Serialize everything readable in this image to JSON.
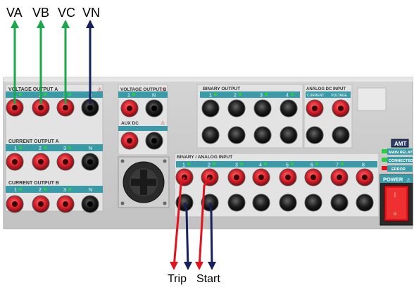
{
  "wires": {
    "top": [
      "VA",
      "VB",
      "VC",
      "VN"
    ],
    "bottom": [
      "Trip",
      "Start"
    ]
  },
  "sections": {
    "voltage_a": {
      "title": "VOLTAGE OUTPUT A",
      "labels": [
        "1",
        "2",
        "3",
        "N"
      ]
    },
    "current_a": {
      "title": "CURRENT OUTPUT A",
      "labels": [
        "1",
        "2",
        "3",
        "N"
      ]
    },
    "current_b": {
      "title": "CURRENT OUTPUT B",
      "labels": [
        "1",
        "2",
        "3",
        "N"
      ]
    },
    "voltage_b": {
      "title": "VOLTAGE OUTPUT B",
      "labels": [
        "1",
        "N"
      ]
    },
    "aux_dc": {
      "title": "AUX DC"
    },
    "binary_output": {
      "title": "BINARY OUTPUT",
      "labels": [
        "1",
        "2",
        "3",
        "4"
      ]
    },
    "analog_dc": {
      "title": "ANALOG DC INPUT",
      "labels": [
        "CURRENT",
        "VOLTAGE"
      ]
    },
    "binary_analog": {
      "title": "BINARY / ANALOG INPUT",
      "labels": [
        "1",
        "2",
        "3",
        "4",
        "5",
        "6",
        "7",
        "8"
      ]
    }
  },
  "status": {
    "brand": "AMT",
    "items": [
      "MAIN RELAY",
      "CONNECTED",
      "ERROR"
    ]
  },
  "power": {
    "label": "POWER"
  },
  "colors": {
    "green_wire": "#1aa84a",
    "navy_wire": "#14215c",
    "red_wire": "#e0141c",
    "label_bar": "#3a9ba8",
    "jack_red": "#d9202a",
    "jack_black": "#1a1a1a"
  }
}
